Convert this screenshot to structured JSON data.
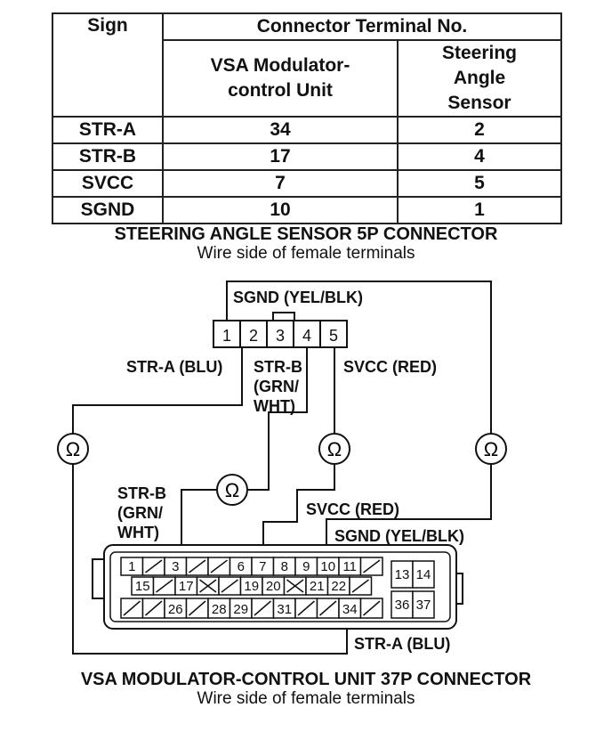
{
  "table": {
    "header_sign": "Sign",
    "header_group": "Connector Terminal No.",
    "header_vsa": "VSA Modulator-control Unit",
    "header_sensor": "Steering Angle Sensor",
    "rows": [
      {
        "sign": "STR-A",
        "vsa": "34",
        "sensor": "2"
      },
      {
        "sign": "STR-B",
        "vsa": "17",
        "sensor": "4"
      },
      {
        "sign": "SVCC",
        "vsa": "7",
        "sensor": "5"
      },
      {
        "sign": "SGND",
        "vsa": "10",
        "sensor": "1"
      }
    ]
  },
  "sensor_connector": {
    "title": "STEERING ANGLE SENSOR 5P CONNECTOR",
    "subtitle": "Wire side of female terminals",
    "pins": [
      "1",
      "2",
      "3",
      "4",
      "5"
    ]
  },
  "vsa_connector": {
    "title": "VSA MODULATOR-CONTROL UNIT 37P CONNECTOR",
    "subtitle": "Wire side of female terminals",
    "row1": [
      "1",
      "",
      "3",
      "",
      "",
      "6",
      "7",
      "8",
      "9",
      "10",
      "11",
      ""
    ],
    "row2": [
      "15",
      "",
      "17",
      "x",
      "",
      "19",
      "20",
      "x",
      "21",
      "22",
      ""
    ],
    "row3": [
      "",
      "",
      "26",
      "",
      "28",
      "29",
      "",
      "31",
      "",
      "",
      "34",
      ""
    ],
    "right_pins": [
      "13",
      "14",
      "36",
      "37"
    ]
  },
  "labels": {
    "sgnd_top": "SGND (YEL/BLK)",
    "stra_top": "STR-A (BLU)",
    "strb_top_1": "STR-B",
    "strb_top_2": "(GRN/",
    "strb_top_3": "WHT)",
    "svcc_top": "SVCC (RED)",
    "strb_left_1": "STR-B",
    "strb_left_2": "(GRN/",
    "strb_left_3": "WHT)",
    "svcc_bottom": "SVCC (RED)",
    "sgnd_bottom": "SGND (YEL/BLK)",
    "stra_bottom": "STR-A (BLU)",
    "ohm": "Ω"
  }
}
